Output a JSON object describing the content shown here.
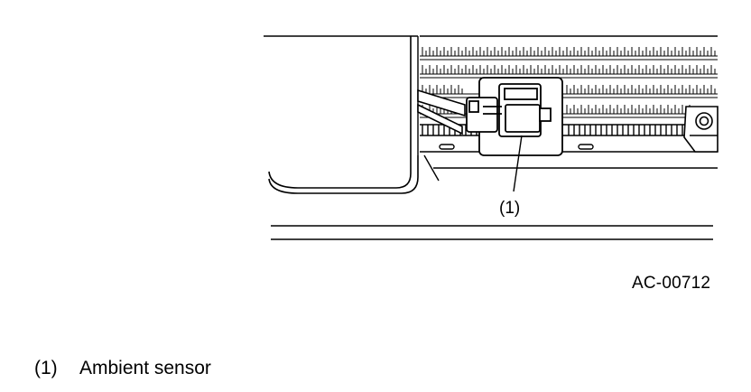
{
  "figure_code": "AC-00712",
  "callouts": [
    {
      "marker": "(1)"
    }
  ],
  "legend": [
    {
      "number": "(1)",
      "text": "Ambient sensor"
    }
  ],
  "colors": {
    "line": "#000000",
    "background": "#ffffff"
  }
}
